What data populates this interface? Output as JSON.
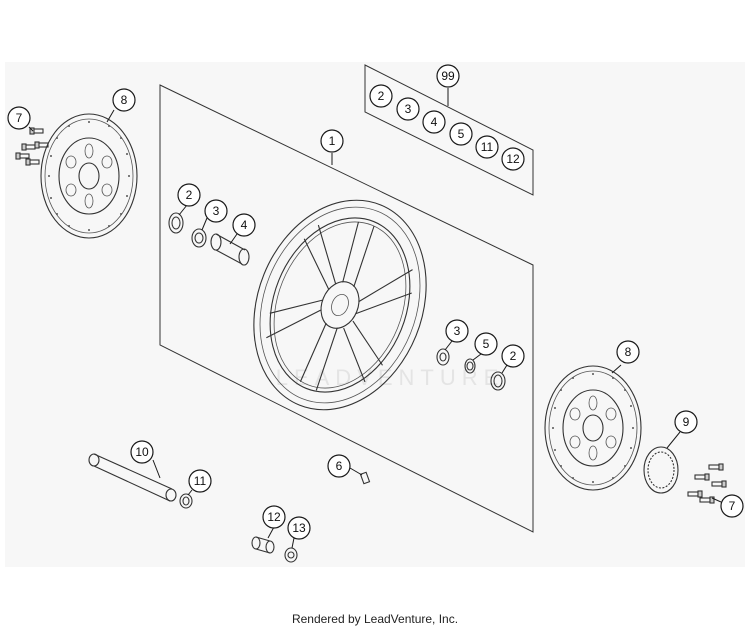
{
  "footer": {
    "text": "Rendered by LeadVenture, Inc."
  },
  "watermark": {
    "text": "LEADVENTURE"
  },
  "callouts": [
    {
      "id": "c99",
      "label": "99"
    },
    {
      "id": "c1",
      "label": "1"
    },
    {
      "id": "c2-kit",
      "label": "2"
    },
    {
      "id": "c3-kit",
      "label": "3"
    },
    {
      "id": "c4-kit",
      "label": "4"
    },
    {
      "id": "c5-kit",
      "label": "5"
    },
    {
      "id": "c11-kit",
      "label": "11"
    },
    {
      "id": "c12-kit",
      "label": "12"
    },
    {
      "id": "c7-left",
      "label": "7"
    },
    {
      "id": "c8-left",
      "label": "8"
    },
    {
      "id": "c2-left",
      "label": "2"
    },
    {
      "id": "c3-left",
      "label": "3"
    },
    {
      "id": "c4-left",
      "label": "4"
    },
    {
      "id": "c3-right",
      "label": "3"
    },
    {
      "id": "c5-right",
      "label": "5"
    },
    {
      "id": "c2-right",
      "label": "2"
    },
    {
      "id": "c8-right",
      "label": "8"
    },
    {
      "id": "c9",
      "label": "9"
    },
    {
      "id": "c7-right",
      "label": "7"
    },
    {
      "id": "c10",
      "label": "10"
    },
    {
      "id": "c11",
      "label": "11"
    },
    {
      "id": "c6",
      "label": "6"
    },
    {
      "id": "c12",
      "label": "12"
    },
    {
      "id": "c13",
      "label": "13"
    }
  ],
  "icons": {
    "brake-disc": "brake-disc-icon",
    "wheel-rim": "wheel-rim-icon",
    "abs-ring": "abs-sensor-ring-icon"
  }
}
